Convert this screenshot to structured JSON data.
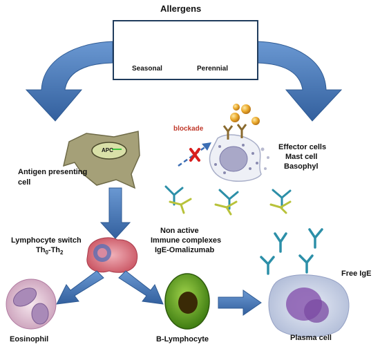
{
  "title": "Allergens",
  "allergen_box": {
    "seasonal": "Seasonal",
    "perennial": "Perennial"
  },
  "apc": {
    "label": "APC",
    "caption_line1": "Antigen presenting",
    "caption_line2": "cell"
  },
  "blockade": "blockade",
  "effector": {
    "line1": "Effector cells",
    "line2": "Mast cell",
    "line3": "Basophyl"
  },
  "immune": {
    "line1": "Non active",
    "line2": "Immune complexes",
    "line3": "IgE-Omalizumab"
  },
  "lymph_switch": {
    "line1": "Lymphocyte switch",
    "line2_base": "Th",
    "line2_sub1": "0",
    "line2_mid": "-Th",
    "line2_sub2": "2"
  },
  "free_ige": "Free IgE",
  "eosinophil": "Eosinophil",
  "b_lymphocyte": "B-Lymphocyte",
  "plasma_cell": "Plasma cell",
  "colors": {
    "arrow": "#4a7ab8",
    "arrow_dark": "#2e5a93",
    "box_border": "#1f3b5c",
    "blockade": "#c0392b",
    "pollen": "#e8a628"
  }
}
